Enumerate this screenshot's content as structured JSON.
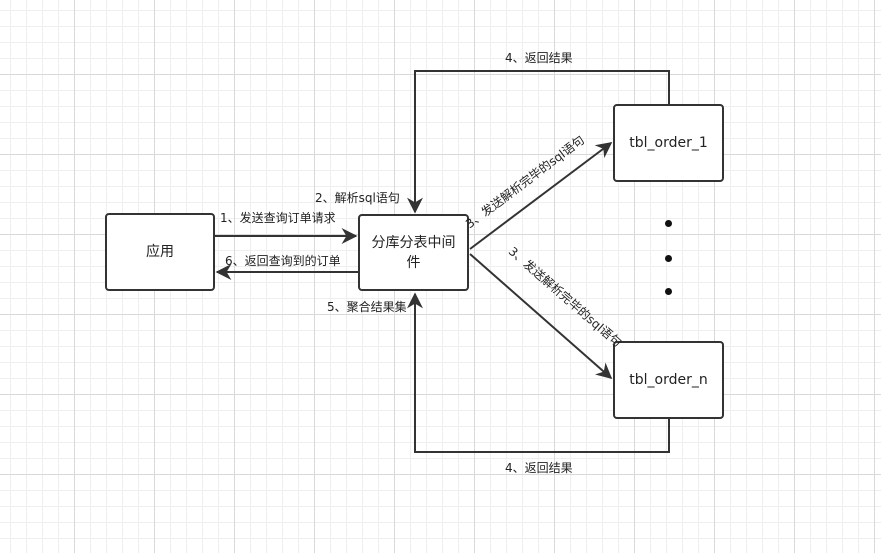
{
  "nodes": {
    "app": "应用",
    "middleware": "分库分表中间件",
    "table_1": "tbl_order_1",
    "table_n": "tbl_order_n"
  },
  "edges": {
    "send_query": "1、发送查询订单请求",
    "parse_sql": "2、解析sql语句",
    "send_sql_top": "3、发送解析完毕的sql语句",
    "send_sql_bottom": "3、发送解析完毕的sql语句",
    "return_top": "4、返回结果",
    "return_bottom": "4、返回结果",
    "aggregate": "5、聚合结果集",
    "return_order": "6、返回查询到的订单"
  },
  "colors": {
    "line": "#333333",
    "grid": "#d9d9d9",
    "box_border": "#333333"
  }
}
